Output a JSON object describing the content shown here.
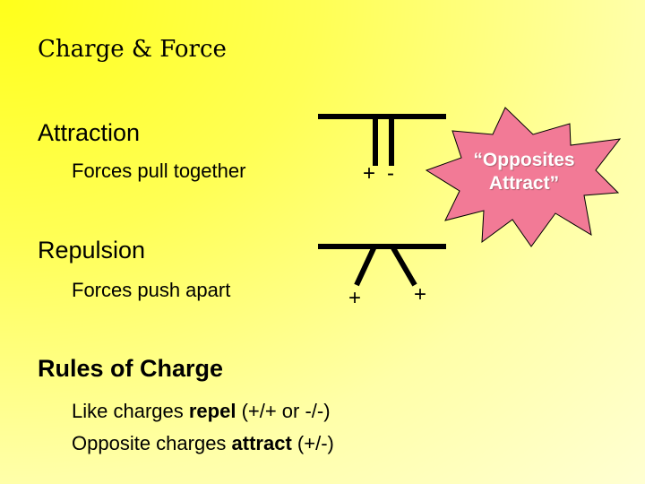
{
  "slide": {
    "title": "Charge & Force"
  },
  "attraction": {
    "heading": "Attraction",
    "description": "Forces pull together",
    "charge_left": "+",
    "charge_right": "-"
  },
  "repulsion": {
    "heading": "Repulsion",
    "description": "Forces push apart",
    "charge_left": "+",
    "charge_right": "+"
  },
  "rules": {
    "heading": "Rules of Charge",
    "rule1": {
      "prefix": "Like charges ",
      "emphasis": "repel",
      "suffix": " (+/+ or -/-)"
    },
    "rule2": {
      "prefix": "Opposite charges ",
      "emphasis": "attract",
      "suffix": " (+/-)"
    }
  },
  "callout": {
    "line1": "“Opposites",
    "line2": "Attract”",
    "fill_color": "#f27a96"
  }
}
